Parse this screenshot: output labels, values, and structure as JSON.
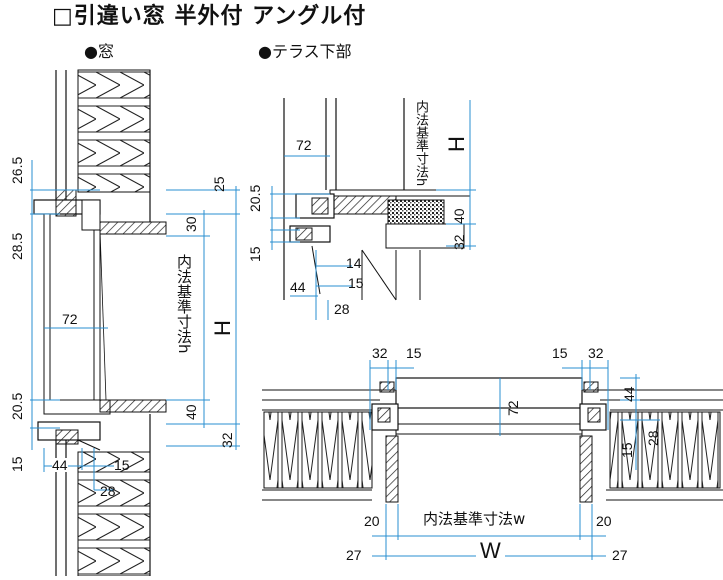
{
  "title": "□引違い窓 半外付 アングル付",
  "sections": {
    "window": "●窓",
    "terrace": "●テラス下部"
  },
  "window_dims": {
    "d26_5": "26.5",
    "d28_5": "28.5",
    "d20_5": "20.5",
    "d15": "15",
    "d25": "25",
    "d30": "30",
    "d40": "40",
    "d32": "32",
    "d72": "72",
    "d44": "44",
    "d15b": "15",
    "d28": "28",
    "h_label": "H",
    "inner_h": "内法基準寸法h"
  },
  "terrace_dims": {
    "d72": "72",
    "d20_5": "20.5",
    "d15": "15",
    "d44": "44",
    "d14": "14",
    "d15b": "15",
    "d28": "28",
    "d40": "40",
    "d32": "32",
    "h_label": "H",
    "inner_h": "内法基準寸法h"
  },
  "plan_dims": {
    "d32l": "32",
    "d15l": "15",
    "d15r": "15",
    "d32r": "32",
    "d72": "72",
    "d44": "44",
    "d28": "28",
    "d15v": "15",
    "d20l": "20",
    "d20r": "20",
    "d27l": "27",
    "d27r": "27",
    "w_label": "W",
    "inner_w": "内法基準寸法w"
  },
  "colors": {
    "dim_line": "#2a8fd0",
    "ink": "#111111"
  }
}
